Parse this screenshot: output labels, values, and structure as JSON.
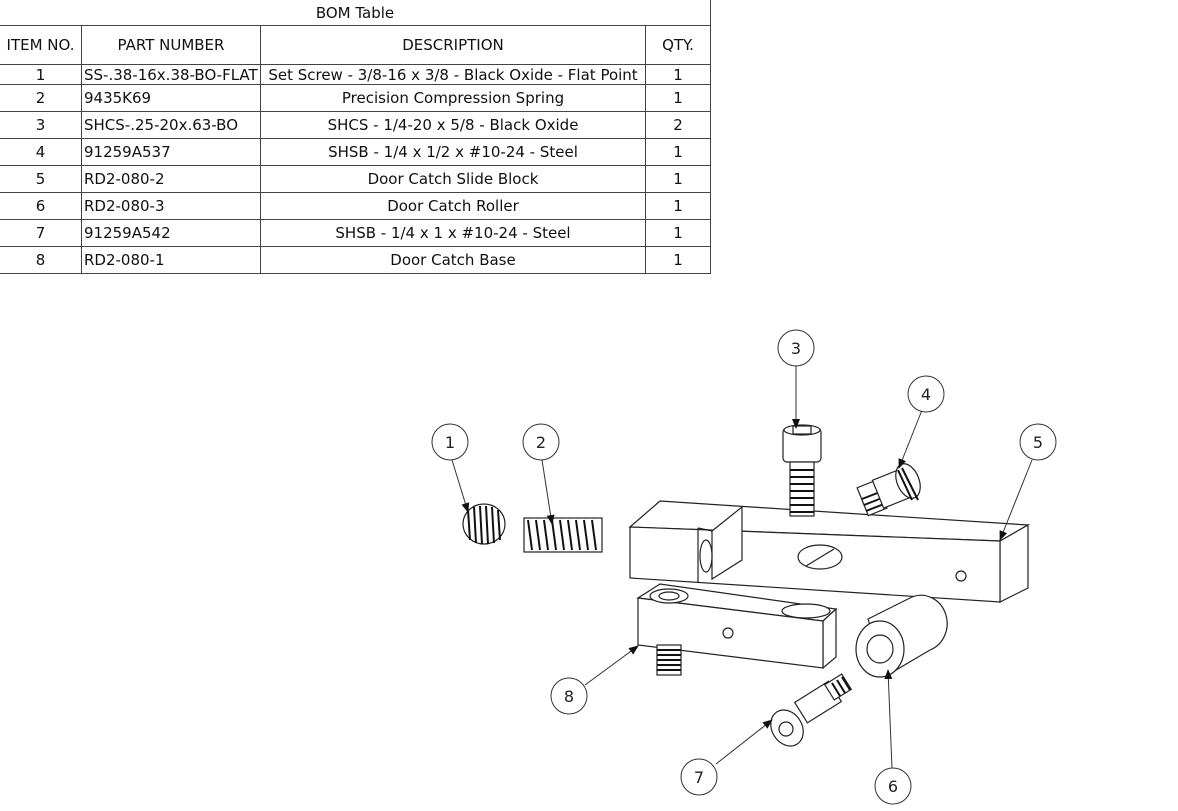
{
  "bom": {
    "title": "BOM Table",
    "headers": {
      "item": "ITEM NO.",
      "part": "PART NUMBER",
      "description": "DESCRIPTION",
      "qty": "QTY."
    },
    "rows": [
      {
        "item": "1",
        "part": "SS-.38-16x.38-BO-FLAT",
        "description": "Set Screw - 3/8-16 x 3/8 - Black Oxide -  Flat Point",
        "qty": "1"
      },
      {
        "item": "2",
        "part": "9435K69",
        "description": "Precision Compression Spring",
        "qty": "1"
      },
      {
        "item": "3",
        "part": "SHCS-.25-20x.63-BO",
        "description": "SHCS - 1/4-20 x 5/8 - Black Oxide",
        "qty": "2"
      },
      {
        "item": "4",
        "part": "91259A537",
        "description": "SHSB - 1/4 x 1/2 x #10-24 - Steel",
        "qty": "1"
      },
      {
        "item": "5",
        "part": "RD2-080-2",
        "description": "Door Catch Slide Block",
        "qty": "1"
      },
      {
        "item": "6",
        "part": "RD2-080-3",
        "description": "Door Catch Roller",
        "qty": "1"
      },
      {
        "item": "7",
        "part": "91259A542",
        "description": "SHSB - 1/4 x 1 x #10-24 - Steel",
        "qty": "1"
      },
      {
        "item": "8",
        "part": "RD2-080-1",
        "description": "Door Catch Base",
        "qty": "1"
      }
    ]
  },
  "balloons": {
    "b1": "1",
    "b2": "2",
    "b3": "3",
    "b4": "4",
    "b5": "5",
    "b6": "6",
    "b7": "7",
    "b8": "8"
  }
}
